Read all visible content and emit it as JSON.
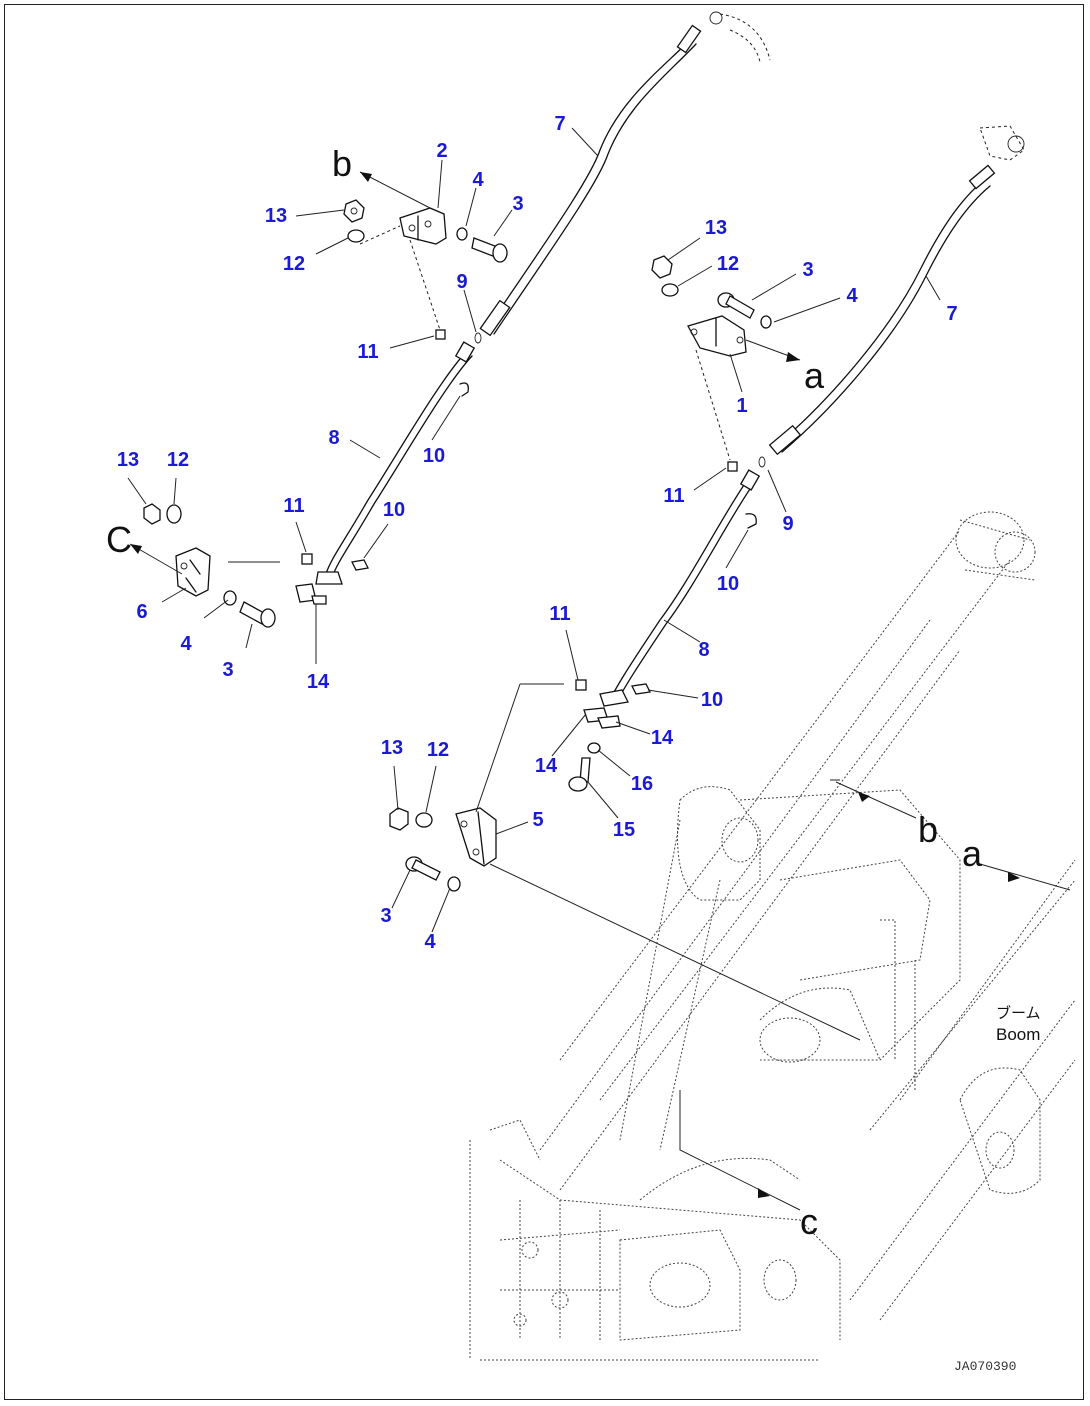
{
  "colors": {
    "callout": "#1a1ad6",
    "line": "#111111"
  },
  "callouts": {
    "c1": "1",
    "c2": "2",
    "c3a": "3",
    "c3b": "3",
    "c3c": "3",
    "c3d": "3",
    "c4a": "4",
    "c4b": "4",
    "c4c": "4",
    "c4d": "4",
    "c5": "5",
    "c6": "6",
    "c7a": "7",
    "c7b": "7",
    "c8a": "8",
    "c8b": "8",
    "c9a": "9",
    "c9b": "9",
    "c10a": "10",
    "c10b": "10",
    "c10c": "10",
    "c10d": "10",
    "c11a": "11",
    "c11b": "11",
    "c11c": "11",
    "c11d": "11",
    "c12a": "12",
    "c12b": "12",
    "c12c": "12",
    "c12d": "12",
    "c13a": "13",
    "c13b": "13",
    "c13c": "13",
    "c13d": "13",
    "c14a": "14",
    "c14b": "14",
    "c14c": "14",
    "c15": "15",
    "c16": "16"
  },
  "refs": {
    "a_top": "a",
    "b_top": "b",
    "c_left": "C",
    "b_boom": "b",
    "a_boom": "a",
    "c_boom": "c"
  },
  "boom_label_jp": "ブーム",
  "boom_label_en": "Boom",
  "drawing_code": "JA070390"
}
